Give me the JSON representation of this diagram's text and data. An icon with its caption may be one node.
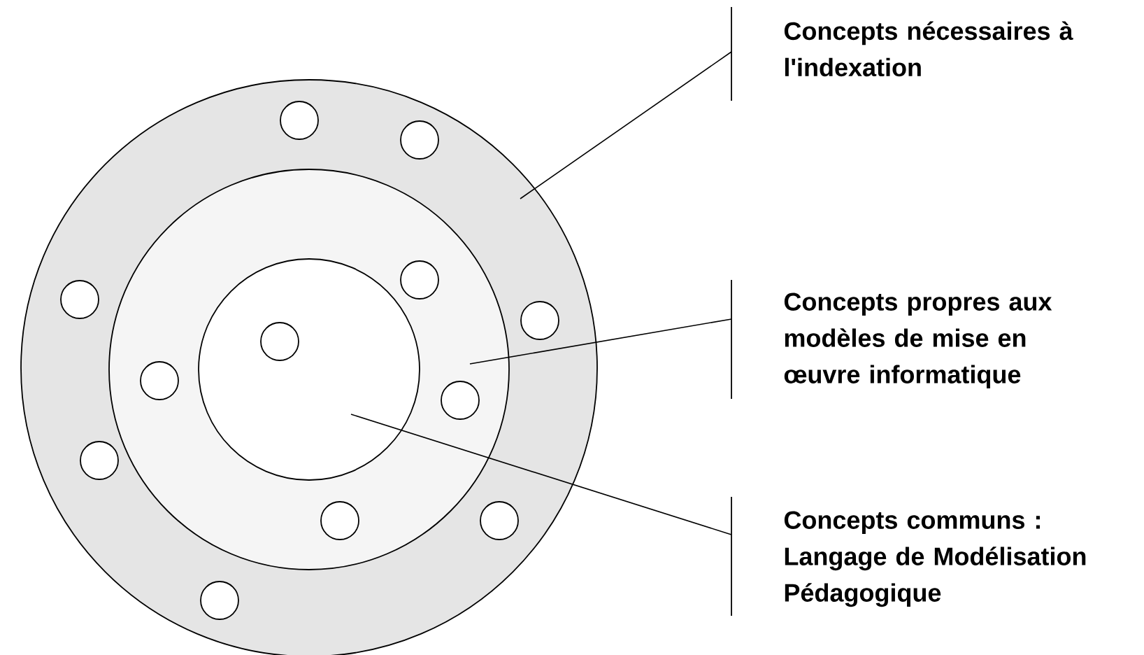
{
  "diagram": {
    "nodes": [
      {
        "text": [
          "Concepts nécessaires à l'indexation"
        ]
      },
      {
        "text": [
          "Concepts propres aux modèles de mise en œuvre informatique"
        ]
      },
      {
        "text": [
          "Concepts communs : Langage de Modélisation Pédagogique"
        ]
      },
      {
        "text": [],
        "shape": "circle"
      },
      {
        "text": [],
        "shape": "circle",
        "in": 3
      },
      {
        "text": [],
        "shape": "circle",
        "in": 4
      }
    ],
    "edges": [
      {
        "from": 0,
        "to": 3,
        "arrow": "none"
      },
      {
        "from": 1,
        "to": 4,
        "arrow": "none"
      },
      {
        "from": 2,
        "to": 5,
        "arrow": "none"
      }
    ]
  }
}
